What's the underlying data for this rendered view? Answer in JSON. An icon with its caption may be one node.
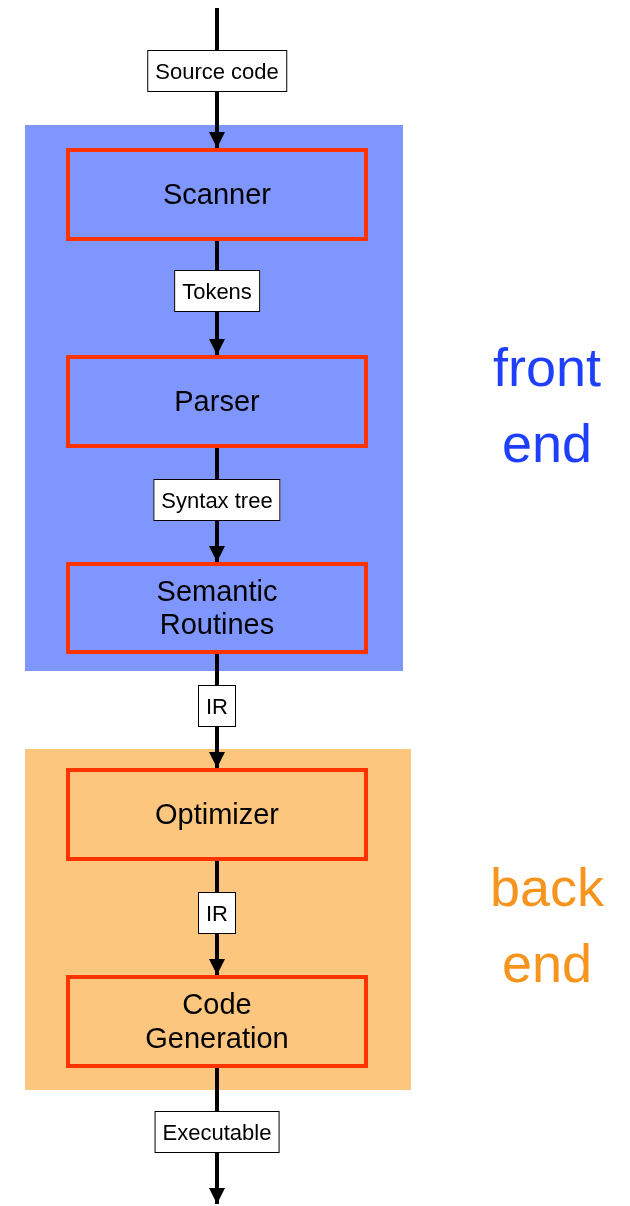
{
  "diagram": {
    "nodes": [
      {
        "text": [
          "front end"
        ]
      },
      {
        "text": [
          "Scanner"
        ],
        "in": 0
      },
      {
        "text": [
          "Parser"
        ],
        "in": 0
      },
      {
        "text": [
          "Semantic Routines"
        ],
        "in": 0
      },
      {
        "text": [
          "back end"
        ]
      },
      {
        "text": [
          "Optimizer"
        ],
        "in": 4
      },
      {
        "text": [
          "Code Generation"
        ],
        "in": 4
      }
    ],
    "edges": [
      {
        "from": null,
        "to": 1,
        "arrow": "to",
        "label": "Source code"
      },
      {
        "from": 1,
        "to": 2,
        "arrow": "to",
        "label": "Tokens"
      },
      {
        "from": 2,
        "to": 3,
        "arrow": "to",
        "label": "Syntax tree"
      },
      {
        "from": 3,
        "to": 5,
        "arrow": "to",
        "label": "IR"
      },
      {
        "from": 5,
        "to": 6,
        "arrow": "to",
        "label": "IR"
      },
      {
        "from": 6,
        "to": null,
        "arrow": "to",
        "label": "Executable"
      }
    ]
  }
}
